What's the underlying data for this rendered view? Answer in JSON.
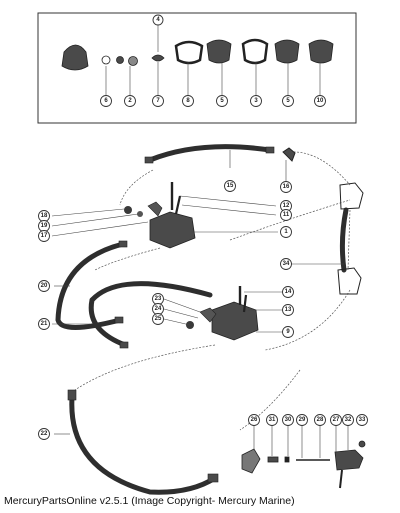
{
  "caption": "MercuryPartsOnline v2.5.1 (Image Copyright- Mercury Marine)",
  "callouts": [
    "6",
    "4",
    "2",
    "7",
    "8",
    "5",
    "3",
    "5",
    "10",
    "4",
    "15",
    "16",
    "12",
    "11",
    "18",
    "19",
    "17",
    "1",
    "34",
    "20",
    "23",
    "24",
    "25",
    "14",
    "13",
    "9",
    "21",
    "22",
    "26",
    "31",
    "30",
    "29",
    "28",
    "27",
    "32",
    "33"
  ],
  "colors": {
    "ink": "#222222",
    "hose": "#2e2e2e",
    "part": "#4a4a4a",
    "paper": "#ffffff"
  }
}
